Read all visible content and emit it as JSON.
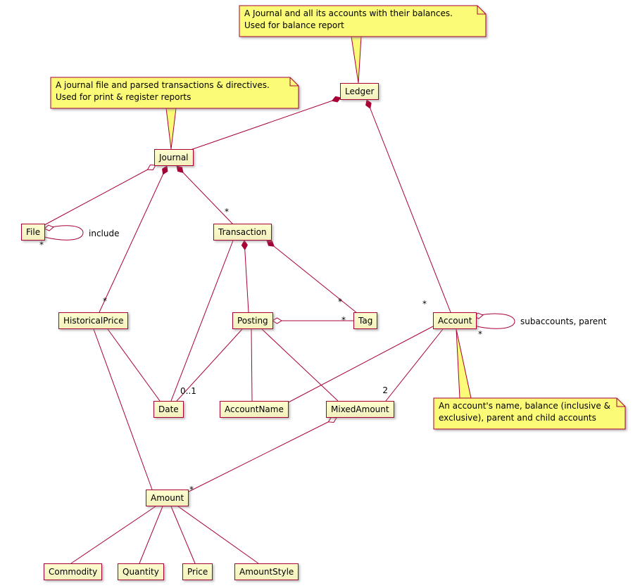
{
  "colors": {
    "border": "#A80036",
    "node_bg": "#FEFECE",
    "note_bg": "#FBFB77",
    "text": "#000000"
  },
  "diagram": {
    "type": "uml-class-diagram",
    "nodes": [
      {
        "id": "ledger",
        "label": "Ledger"
      },
      {
        "id": "journal",
        "label": "Journal"
      },
      {
        "id": "file",
        "label": "File"
      },
      {
        "id": "transaction",
        "label": "Transaction"
      },
      {
        "id": "historicalprice",
        "label": "HistoricalPrice"
      },
      {
        "id": "posting",
        "label": "Posting"
      },
      {
        "id": "tag",
        "label": "Tag"
      },
      {
        "id": "account",
        "label": "Account"
      },
      {
        "id": "date",
        "label": "Date"
      },
      {
        "id": "accountname",
        "label": "AccountName"
      },
      {
        "id": "mixedamount",
        "label": "MixedAmount"
      },
      {
        "id": "amount",
        "label": "Amount"
      },
      {
        "id": "commodity",
        "label": "Commodity"
      },
      {
        "id": "quantity",
        "label": "Quantity"
      },
      {
        "id": "price",
        "label": "Price"
      },
      {
        "id": "amountstyle",
        "label": "AmountStyle"
      }
    ],
    "notes": [
      {
        "id": "ledger-note",
        "lines": [
          "A Journal and all its accounts with their balances.",
          "Used for balance report"
        ],
        "points_to": "ledger"
      },
      {
        "id": "journal-note",
        "lines": [
          "A journal file and parsed transactions & directives.",
          "Used for print & register reports"
        ],
        "points_to": "journal"
      },
      {
        "id": "account-note",
        "lines": [
          "An account's name, balance (inclusive &",
          "exclusive), parent and child accounts"
        ],
        "points_to": "account"
      }
    ],
    "edges": [
      {
        "id": "ledger-journal",
        "from": "Ledger",
        "to": "Journal",
        "type": "composition"
      },
      {
        "id": "ledger-account",
        "from": "Ledger",
        "to": "Account",
        "type": "composition",
        "label": "*"
      },
      {
        "id": "journal-file",
        "from": "Journal",
        "to": "File",
        "type": "aggregation"
      },
      {
        "id": "file-include",
        "from": "File",
        "to": "File",
        "type": "aggregation",
        "name": "include",
        "label": "*"
      },
      {
        "id": "journal-transaction",
        "from": "Journal",
        "to": "Transaction",
        "type": "composition",
        "label": "*"
      },
      {
        "id": "journal-historicalprice",
        "from": "Journal",
        "to": "HistoricalPrice",
        "type": "composition",
        "label": "*"
      },
      {
        "id": "transaction-posting",
        "from": "Transaction",
        "to": "Posting",
        "type": "composition"
      },
      {
        "id": "transaction-tag",
        "from": "Transaction",
        "to": "Tag",
        "type": "composition",
        "label": "*"
      },
      {
        "id": "posting-tag",
        "from": "Posting",
        "to": "Tag",
        "type": "aggregation",
        "label": "*"
      },
      {
        "id": "transaction-date",
        "from": "Transaction",
        "to": "Date",
        "type": "association",
        "label": "0..1"
      },
      {
        "id": "posting-date",
        "from": "Posting",
        "to": "Date",
        "type": "association"
      },
      {
        "id": "posting-accountname",
        "from": "Posting",
        "to": "AccountName",
        "type": "association"
      },
      {
        "id": "posting-mixedamount",
        "from": "Posting",
        "to": "MixedAmount",
        "type": "association"
      },
      {
        "id": "account-self",
        "from": "Account",
        "to": "Account",
        "type": "aggregation",
        "name": "subaccounts, parent",
        "label": "*"
      },
      {
        "id": "account-accountname",
        "from": "Account",
        "to": "AccountName",
        "type": "association"
      },
      {
        "id": "account-mixedamount",
        "from": "Account",
        "to": "MixedAmount",
        "type": "association",
        "label": "2"
      },
      {
        "id": "historicalprice-date",
        "from": "HistoricalPrice",
        "to": "Date",
        "type": "association"
      },
      {
        "id": "historicalprice-amount",
        "from": "HistoricalPrice",
        "to": "Amount",
        "type": "association"
      },
      {
        "id": "mixedamount-amount",
        "from": "MixedAmount",
        "to": "Amount",
        "type": "aggregation",
        "label": "*"
      },
      {
        "id": "amount-commodity",
        "from": "Amount",
        "to": "Commodity",
        "type": "association"
      },
      {
        "id": "amount-quantity",
        "from": "Amount",
        "to": "Quantity",
        "type": "association"
      },
      {
        "id": "amount-price",
        "from": "Amount",
        "to": "Price",
        "type": "association"
      },
      {
        "id": "amount-amountstyle",
        "from": "Amount",
        "to": "AmountStyle",
        "type": "association"
      }
    ]
  }
}
